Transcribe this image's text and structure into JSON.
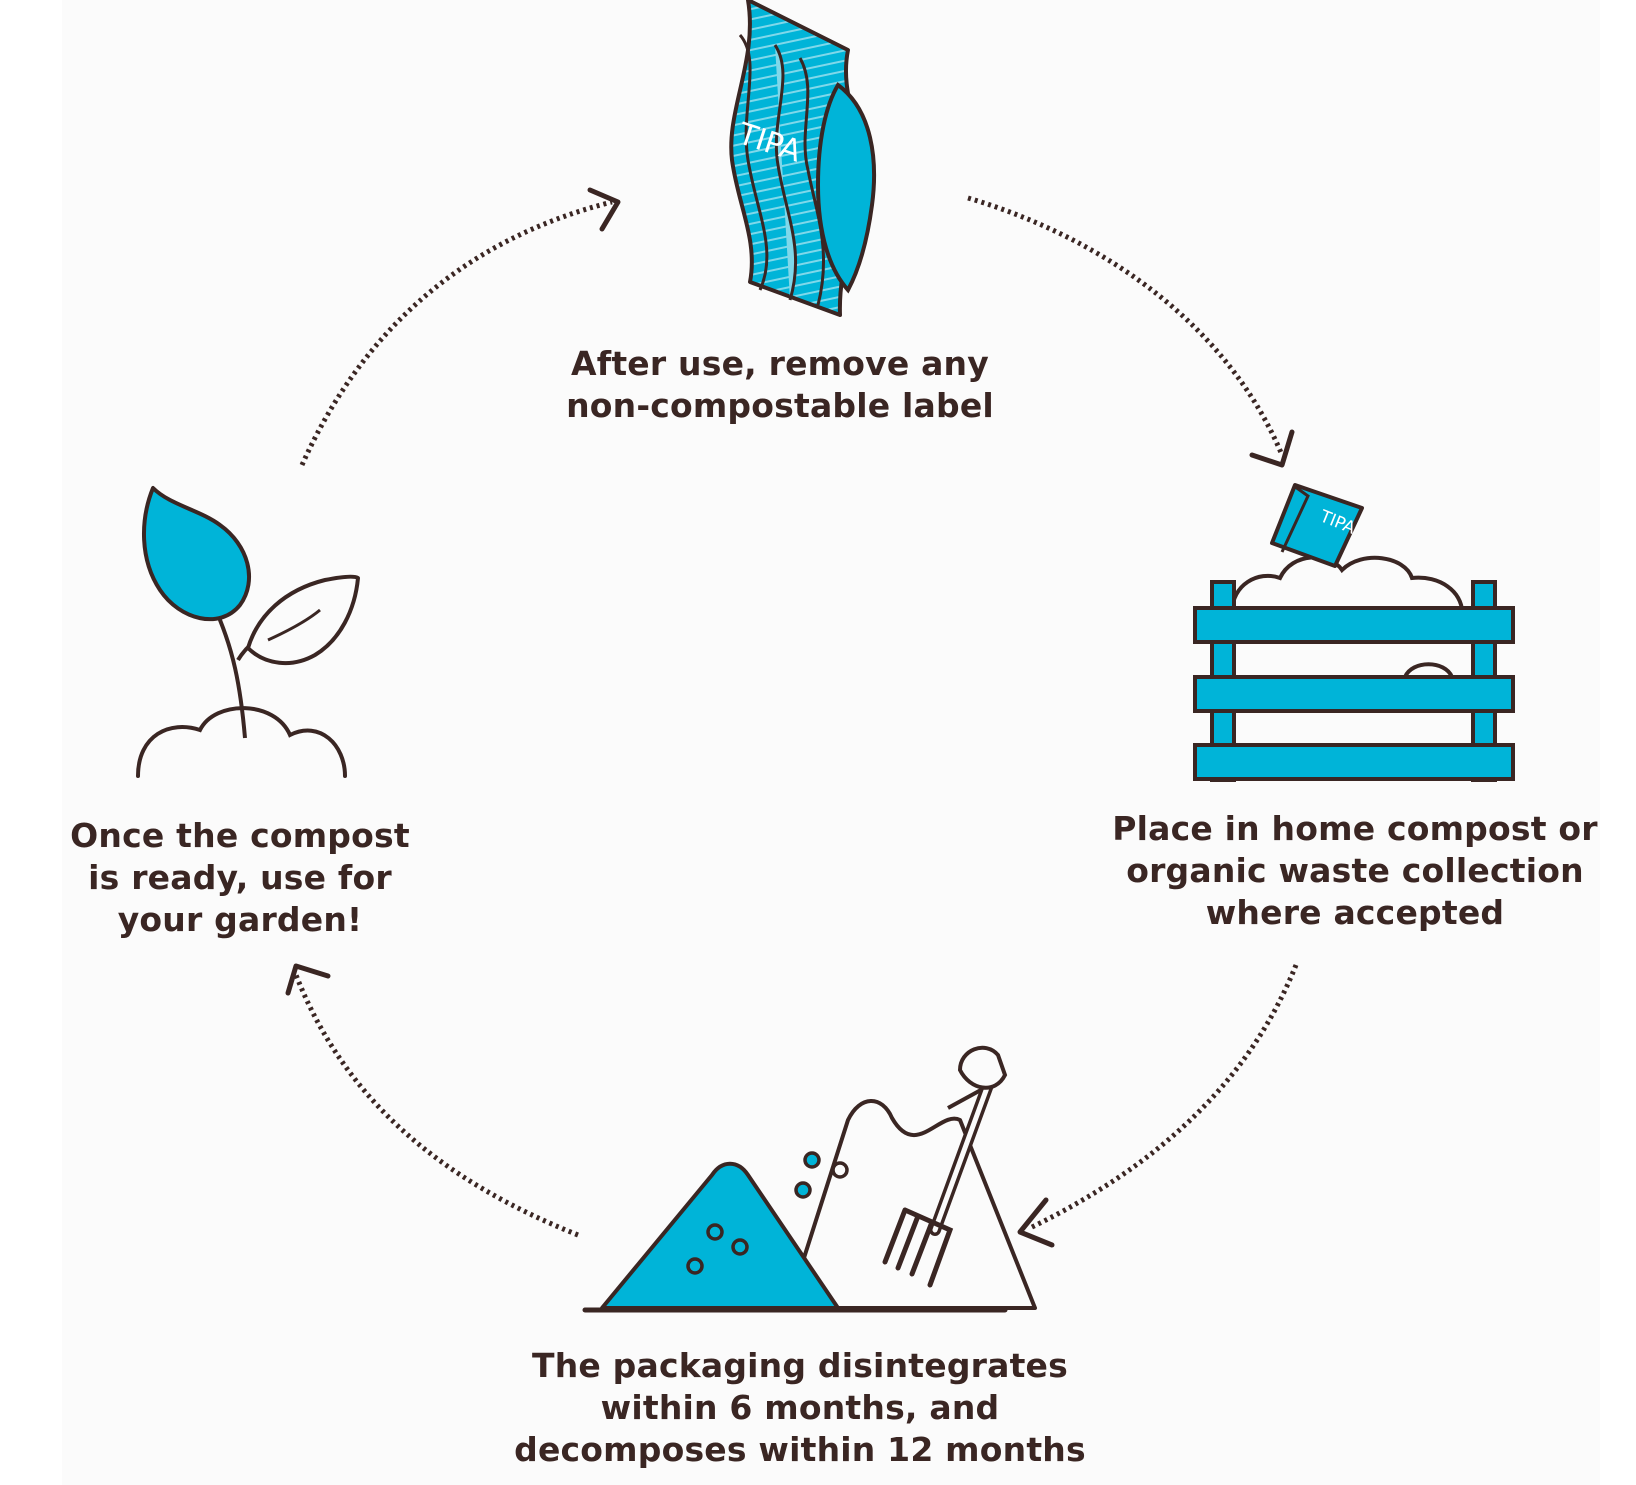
{
  "colors": {
    "accent": "#00b4d8",
    "ink": "#3a2623",
    "background": "#fbfbfb"
  },
  "steps": [
    {
      "icon": "compostable-pouch-icon",
      "brand": "TIPA",
      "lines": [
        "After use, remove any",
        "non-compostable label"
      ]
    },
    {
      "icon": "compost-bin-icon",
      "brand": "TIPA",
      "lines": [
        "Place in home compost or",
        "organic waste collection",
        "where accepted"
      ]
    },
    {
      "icon": "compost-pile-icon",
      "lines": [
        "The packaging disintegrates",
        "within 6 months, and",
        "decomposes within 12 months"
      ]
    },
    {
      "icon": "sprout-icon",
      "lines": [
        "Once the compost",
        "is ready, use for",
        "your garden!"
      ]
    }
  ]
}
